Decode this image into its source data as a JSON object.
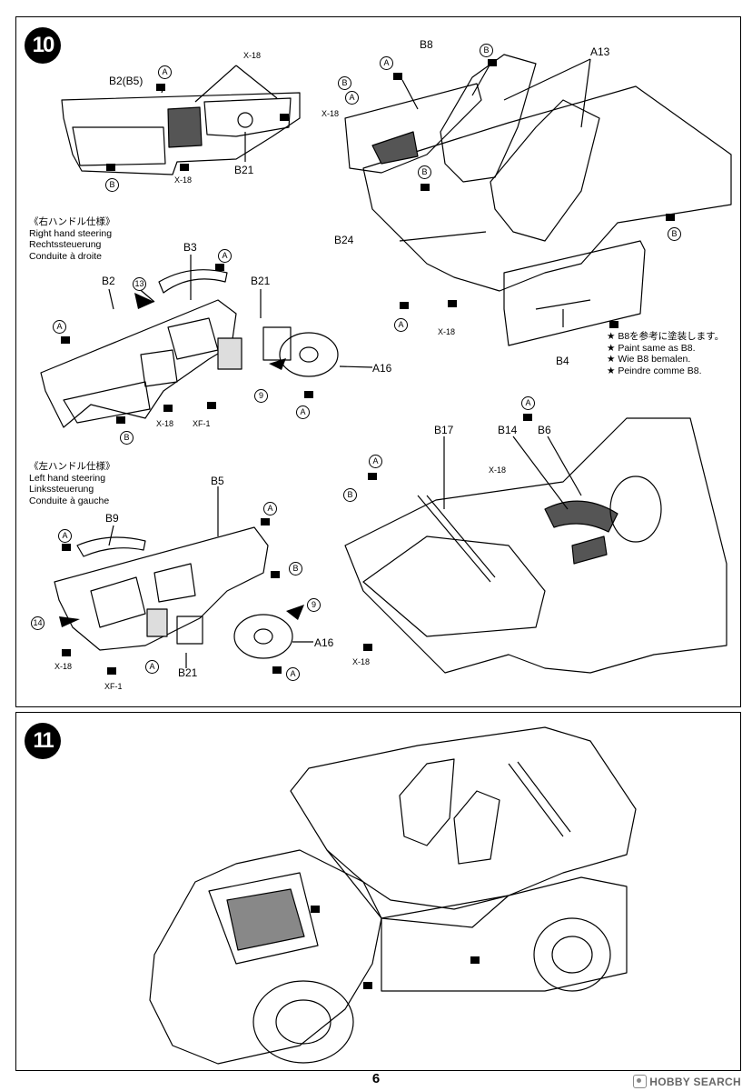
{
  "steps": {
    "step10": "10",
    "step11": "11"
  },
  "labels": {
    "b2b5": "B2(B5)",
    "x18_top": "X-18",
    "b21_top": "B21",
    "x18_dash": "X-18",
    "b8": "B8",
    "a13": "A13",
    "x18_door": "X-18",
    "b24": "B24",
    "x18_seat": "X-18",
    "b4": "B4",
    "b3": "B3",
    "b2": "B2",
    "b21_rh": "B21",
    "a16_rh": "A16",
    "x18_rh": "X-18",
    "xf1_rh": "XF-1",
    "b5": "B5",
    "b9": "B9",
    "a16_lh": "A16",
    "x18_lh": "X-18",
    "xf1_lh": "XF-1",
    "b21_lh": "B21",
    "b17": "B17",
    "b14": "B14",
    "b6": "B6",
    "x18_tub": "X-18",
    "x18_bar": "X-18",
    "num13": "13",
    "num9_rh": "9",
    "num14": "14",
    "num9_lh": "9"
  },
  "paint_marks": {
    "a": "A",
    "b": "B"
  },
  "right_hand": [
    "《右ハンドル仕様》",
    "Right hand steering",
    "Rechtssteuerung",
    "Conduite à droite"
  ],
  "left_hand": [
    "《左ハンドル仕様》",
    "Left hand steering",
    "Linkssteuerung",
    "Conduite à gauche"
  ],
  "paint_note": [
    "★ B8を参考に塗装します。",
    "★ Paint same as B8.",
    "★ Wie B8 bemalen.",
    "★ Peindre comme B8."
  ],
  "page_number": "6",
  "watermark": "HOBBY SEARCH",
  "colors": {
    "ink": "#000000",
    "paper": "#ffffff"
  }
}
